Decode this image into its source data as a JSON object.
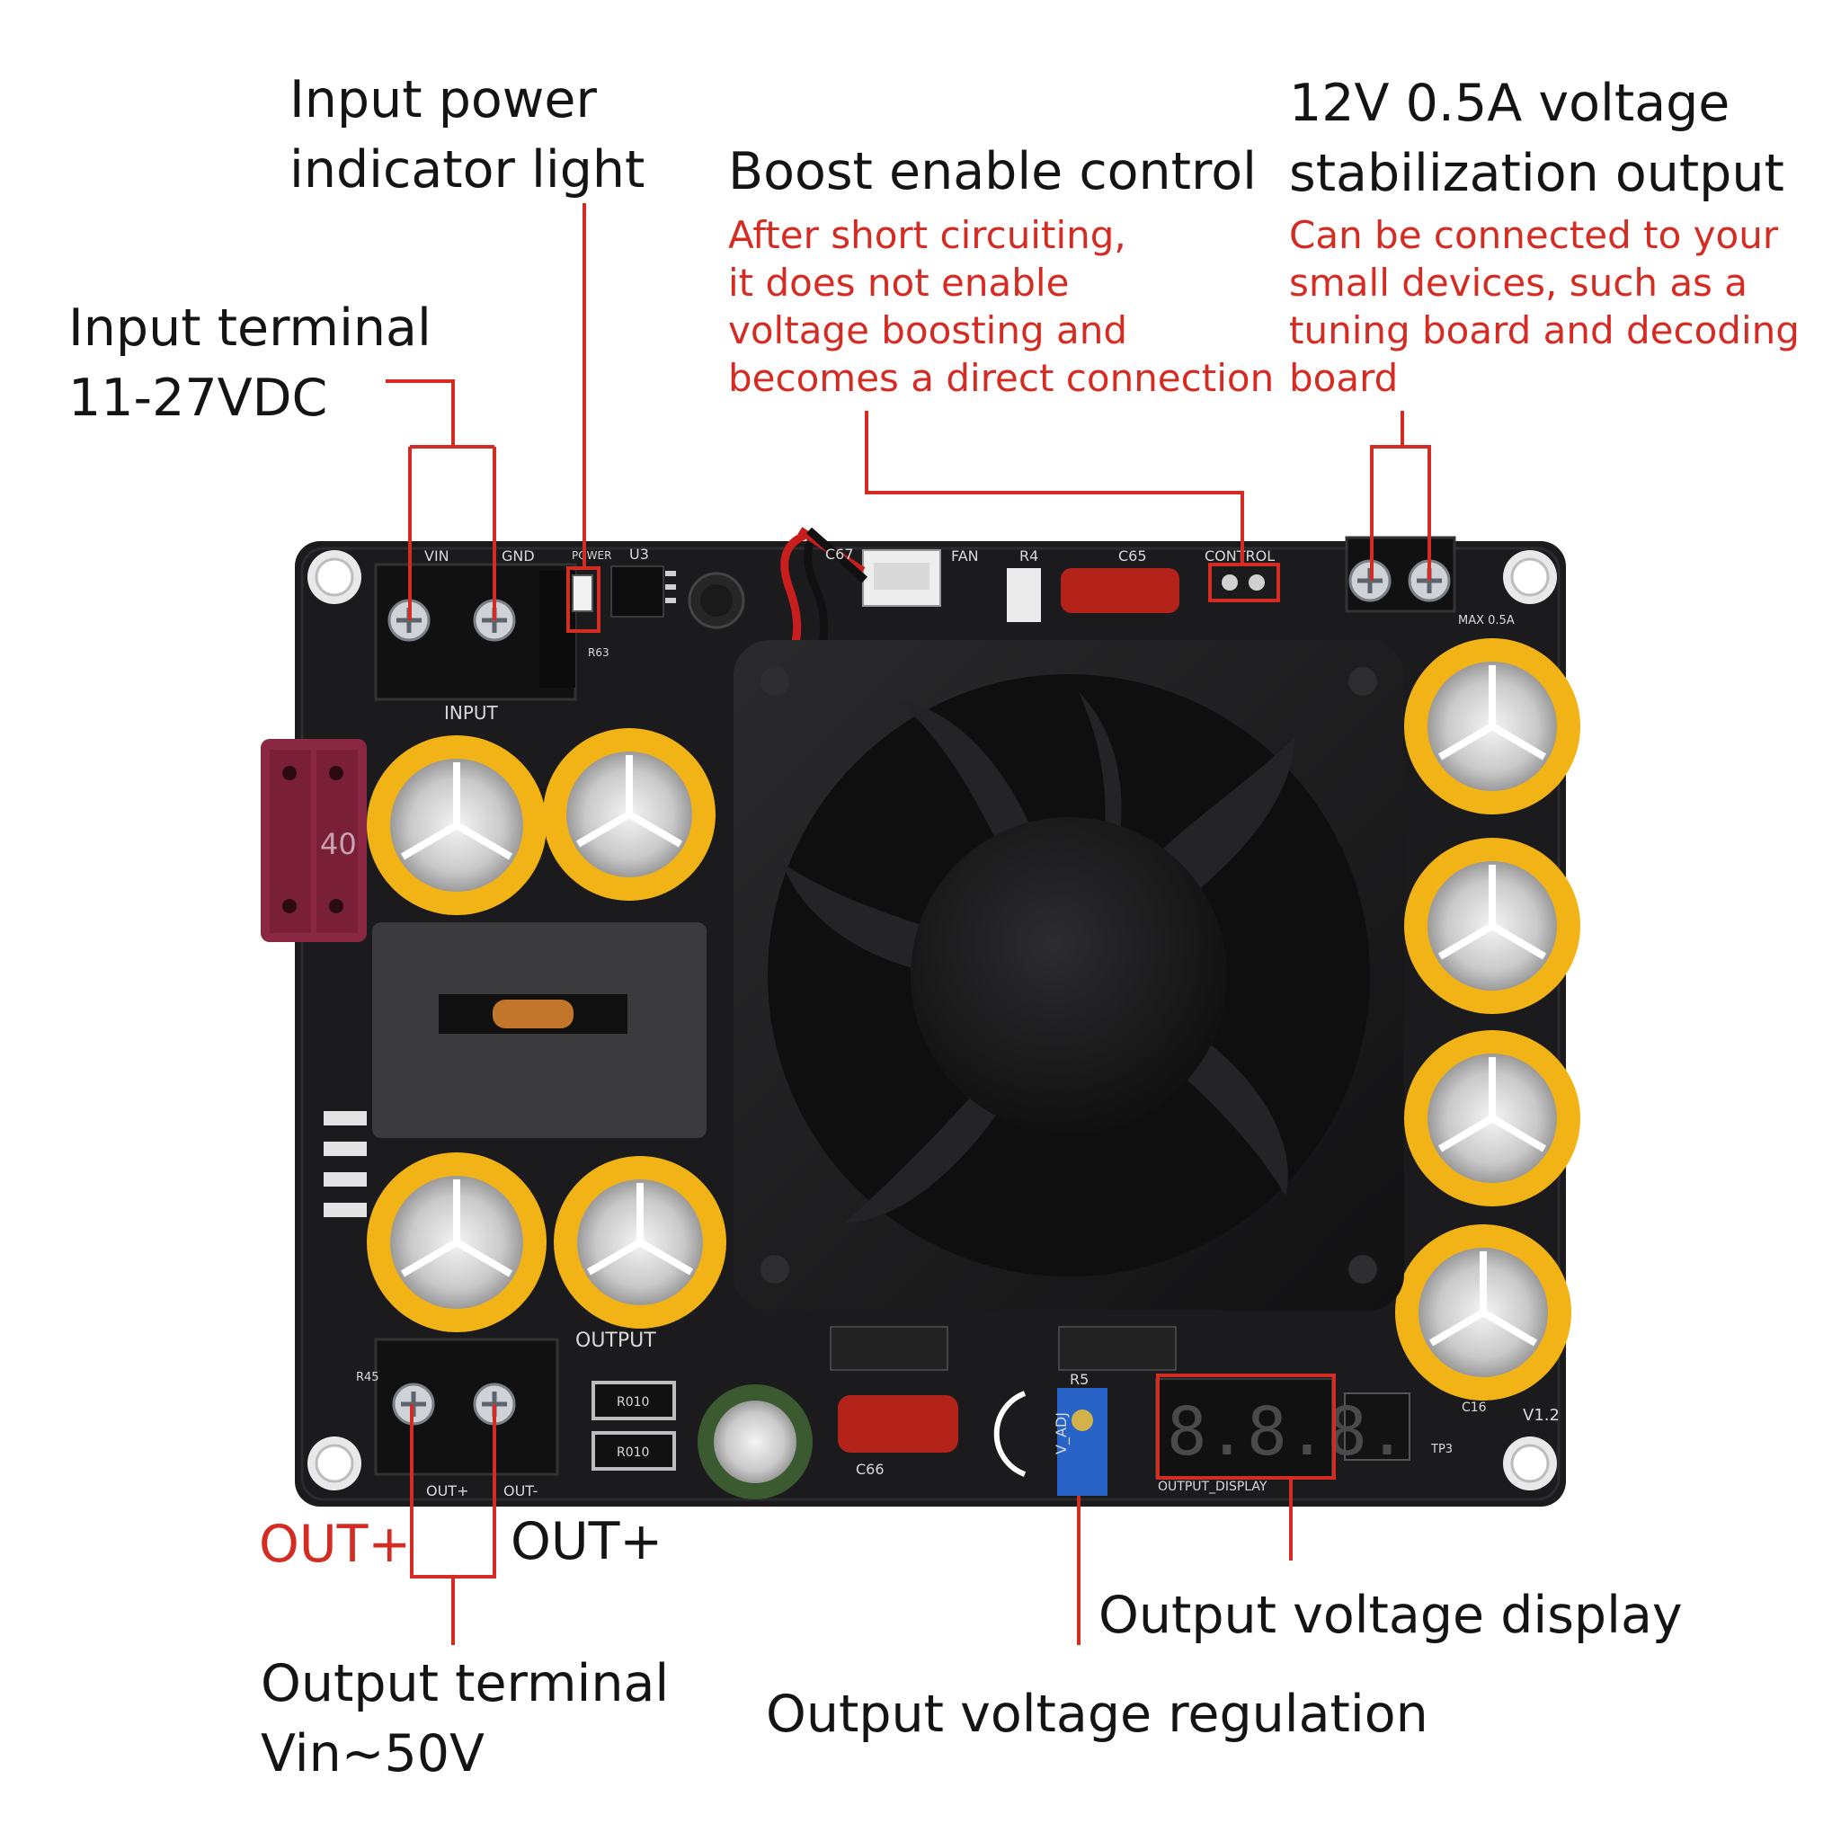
{
  "labels": {
    "input_power_indicator": [
      "Input power",
      "indicator light"
    ],
    "boost_enable_control": "Boost enable control",
    "boost_enable_note": [
      "After short circuiting,",
      "it does not enable",
      "voltage boosting and",
      "becomes a direct connection"
    ],
    "stabilization_output": [
      "12V 0.5A voltage",
      "stabilization output"
    ],
    "stabilization_note": [
      "Can be connected to your",
      "small devices, such as a",
      "tuning board and decoding",
      "board"
    ],
    "input_terminal": [
      "Input terminal",
      "11-27VDC"
    ],
    "out_plus_left": "OUT+",
    "out_plus_right": "OUT+",
    "output_terminal": [
      "Output terminal",
      "Vin~50V"
    ],
    "output_voltage_display": "Output voltage display",
    "output_voltage_regulation": "Output voltage regulation"
  },
  "board": {
    "silkscreen": {
      "vin": "VIN",
      "gnd": "GND",
      "power": "POWER",
      "u3": "U3",
      "r63": "R63",
      "c67": "C67",
      "fan": "FAN",
      "r4": "R4",
      "c65": "C65",
      "control": "CONTROL",
      "max": "MAX 0.5A",
      "input": "INPUT",
      "output": "OUTPUT",
      "out_plus": "OUT+",
      "out_minus": "OUT-",
      "r010": "R010",
      "v_adj": "V_ADJ",
      "r5": "R5",
      "version": "V1.2",
      "tp3": "TP3",
      "c16": "C16",
      "display_digits": "8.8.8.",
      "fuse": "40",
      "c66": "C66",
      "r45": "R45",
      "output_display": "OUTPUT_DISPLAY"
    }
  },
  "colors": {
    "annotation_red": "#d42c23",
    "label_black": "#141414",
    "pcb_black": "#1b1b1d",
    "capacitor_yellow": "#f2b316",
    "fuse_maroon": "#8a2742"
  }
}
